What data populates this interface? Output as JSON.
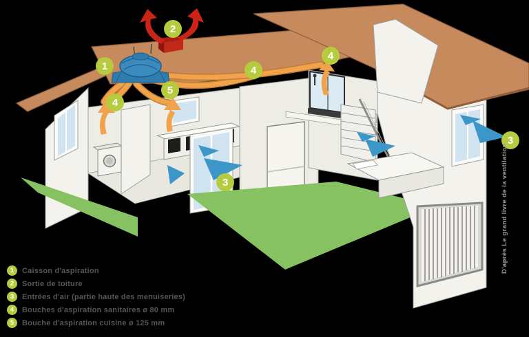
{
  "legend": {
    "items": [
      {
        "number": "1",
        "label": "Caisson d'aspiration"
      },
      {
        "number": "2",
        "label": "Sortie de toiture"
      },
      {
        "number": "3",
        "label": "Entrées d'air (partie haute des menuiseries)"
      },
      {
        "number": "4",
        "label": "Bouches d'aspiration sanitaires ø 80 mm"
      },
      {
        "number": "5",
        "label": "Bouche d'aspiration cuisine ø 125 mm"
      }
    ]
  },
  "callouts": [
    {
      "number": "1",
      "name": "caisson-aspiration"
    },
    {
      "number": "2",
      "name": "sortie-de-toiture"
    },
    {
      "number": "4",
      "name": "bouche-aspiration-buanderie"
    },
    {
      "number": "5",
      "name": "bouche-aspiration-cuisine"
    },
    {
      "number": "4",
      "name": "bouche-aspiration-couloir"
    },
    {
      "number": "4",
      "name": "bouche-aspiration-salle-de-bain"
    },
    {
      "number": "3",
      "name": "entree-air-baie-vitree"
    },
    {
      "number": "3",
      "name": "entree-air-fenetre-etage"
    }
  ],
  "credit": "D'après Le grand livre de la ventilation",
  "colors": {
    "marker_green": "#b6cc3e",
    "duct_orange": "#f1a24c",
    "duct_outline": "#c07e30",
    "exhaust_red": "#cb2318",
    "intake_blue": "#3c96c8",
    "caisson_blue": "#3a8cc0",
    "caisson_blue_dark": "#2f7db0",
    "roof_brown": "#c68a5d",
    "roof_edge": "#8f5f3c",
    "grass_green": "#86c162",
    "legend_text": "#56564f",
    "credit_text": "#9a9a96"
  }
}
